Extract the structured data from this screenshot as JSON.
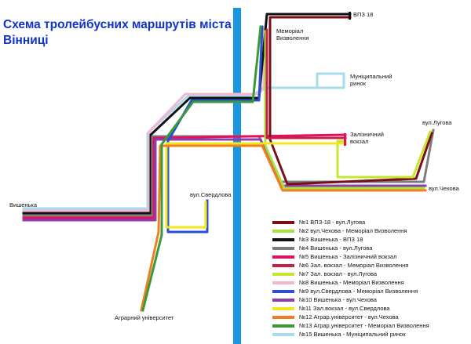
{
  "title": "Схема тролейбусних маршрутів міста Вінниці",
  "places": {
    "vpz18": "ВПЗ 18",
    "memorial": "Меморіал Визволення",
    "municipal": "Муніципальний ринок",
    "railway": "Залізничний вокзал",
    "luhova": "вул.Лугова",
    "chekhova": "вул.Чехова",
    "vyshenka": "Вишенька",
    "sverdlova": "вул.Свердлова",
    "agrarian": "Аграрний університет"
  },
  "colors": {
    "river": "#1a96e0",
    "title": "#1133cc"
  },
  "legend": [
    {
      "label": "№1 ВПЗ-18 - вул.Лугова",
      "color": "#7a0f1a"
    },
    {
      "label": "№2 вул.Чехова - Меморіал Визволення",
      "color": "#a8e03c"
    },
    {
      "label": "№3 Вишенька - ВПЗ 18",
      "color": "#111111"
    },
    {
      "label": "№4 Вишенька - вул.Лугова",
      "color": "#7d7d7d"
    },
    {
      "label": "№5 Вишенька - Залізничний вокзал",
      "color": "#e0115f"
    },
    {
      "label": "№6 Зал. вокзал - Меморіал Визволення",
      "color": "#c4204a"
    },
    {
      "label": "№7 Зал. вокзал - вул.Лугова",
      "color": "#c8e62e"
    },
    {
      "label": "№8 Вишенька - Меморіал Визволення",
      "color": "#f4b6d0"
    },
    {
      "label": "№9 вул.Свердлова - Меморіал Визволення",
      "color": "#2a4fd6"
    },
    {
      "label": "№10 Вишенька - вул.Чехова",
      "color": "#8a3fb0"
    },
    {
      "label": "№11 Зал.вокзал - вул.Свердлова",
      "color": "#f2e61c"
    },
    {
      "label": "№12 Аграр.університет - вул.Чехова",
      "color": "#f07f22"
    },
    {
      "label": "№13 Аграр.університет - Меморіал Визволення",
      "color": "#3a9a3a"
    },
    {
      "label": "№15 Вишенька - Муніципальний ринок",
      "color": "#a8dcec"
    }
  ]
}
